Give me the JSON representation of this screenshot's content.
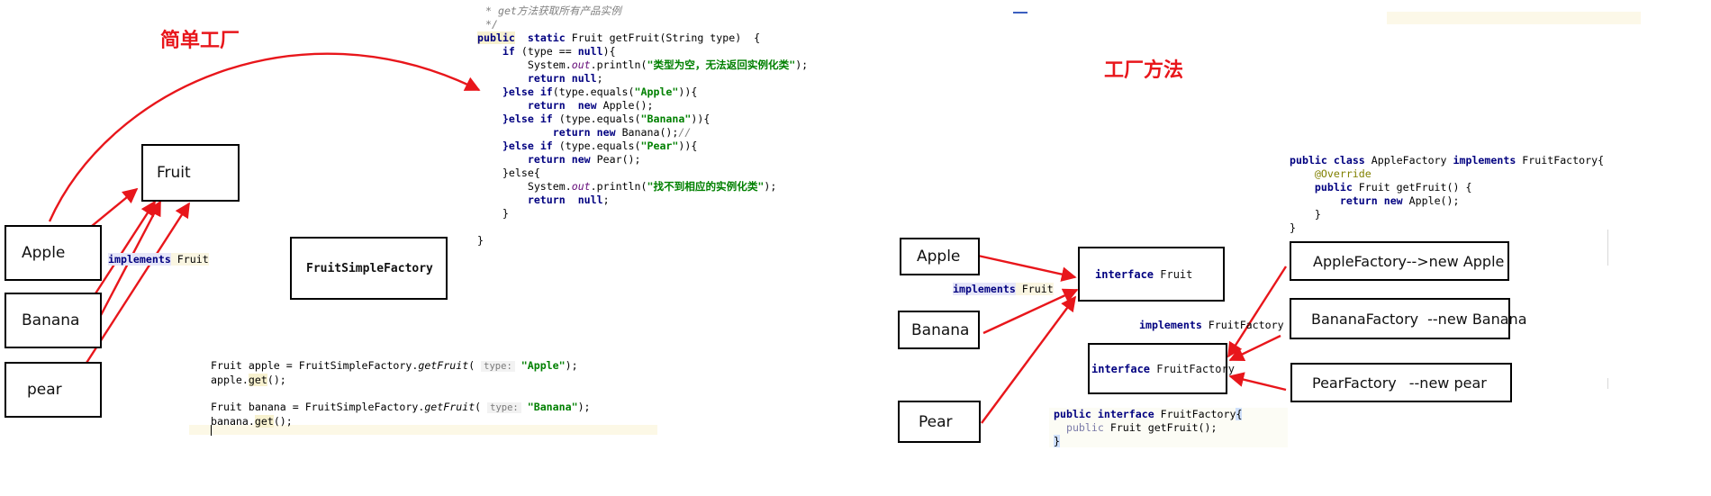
{
  "left": {
    "title": "简单工厂",
    "boxes": {
      "fruit": "Fruit",
      "apple": "Apple",
      "banana": "Banana",
      "pear": "pear",
      "factory": "FruitSimpleFactory"
    },
    "implements_kw": "implements",
    "implements_name": "Fruit",
    "method_code": {
      "comment1": "* get方法获取所有产品实例",
      "comment2": "*/",
      "public": "public",
      "static": "static",
      "signature": " Fruit getFruit(String type)  {",
      "if": "if",
      "if_cond_pre": " (type == ",
      "null": "null",
      "if_cond_post": "){",
      "system": "System.",
      "out": "out",
      "println": ".println(",
      "msg_empty": "\"类型为空，无法返回实例化类\"",
      "close_stmt": ");",
      "return": "return",
      "else": "}else ",
      "equals_pre": "(type.equals(",
      "apple_str": "\"Apple\"",
      "banana_str": "\"Banana\"",
      "pear_str": "\"Pear\"",
      "equals_post": ")){",
      "new": "new",
      "new_apple": " Apple();",
      "new_banana": " Banana();",
      "banana_comment": "//",
      "new_pear": " Pear();",
      "else_open": "}else{",
      "msg_notfound": "\"找不到相应的实例化类\"",
      "close_brace": "}",
      "ret_null_post": ";"
    },
    "usage_code": {
      "line1_pre": "Fruit apple = FruitSimpleFactory.",
      "get_fruit": "getFruit",
      "paren_open": "(",
      "type_hint": "type:",
      "apple_str": "\"Apple\"",
      "paren_close": ");",
      "line2_pre": "apple.",
      "get": "get",
      "line2_post": "();",
      "line3_pre": "Fruit banana = FruitSimpleFactory.",
      "banana_str": "\"Banana\"",
      "line4_pre": "banana."
    }
  },
  "right": {
    "title": "工厂方法",
    "boxes": {
      "apple": "Apple",
      "banana": "Banana",
      "pear": "Pear",
      "interface_fruit_kw": "interface",
      "interface_fruit_name": " Fruit",
      "interface_factory_kw": "interface",
      "interface_factory_name": " FruitFactory",
      "apple_factory": "AppleFactory-->new Apple",
      "banana_factory": "BananaFactory",
      "banana_factory_suffix": "--new Banana",
      "pear_factory": "PearFactory",
      "pear_factory_suffix": "--new pear"
    },
    "implements1_kw": "implements",
    "implements1_name": "Fruit",
    "implements2_kw": "implements",
    "implements2_name": "FruitFactory",
    "apple_factory_code": {
      "public": "public",
      "class": "class",
      "name": " AppleFactory ",
      "implements": "implements",
      "iface": " FruitFactory{",
      "override": "@Override",
      "method": " Fruit getFruit() {",
      "return": "return",
      "new": "new",
      "new_apple": " Apple();",
      "close_inner": "}",
      "close_outer": "}"
    },
    "factory_iface_code": {
      "public": "public",
      "interface": "interface",
      "name": " FruitFactory",
      "open": "{",
      "method_pub": "public",
      "method": " Fruit getFruit();",
      "close": "}"
    }
  },
  "colors": {
    "arrow": "#e8161b",
    "title": "#e8161b",
    "keyword": "#000080",
    "string": "#008000"
  }
}
